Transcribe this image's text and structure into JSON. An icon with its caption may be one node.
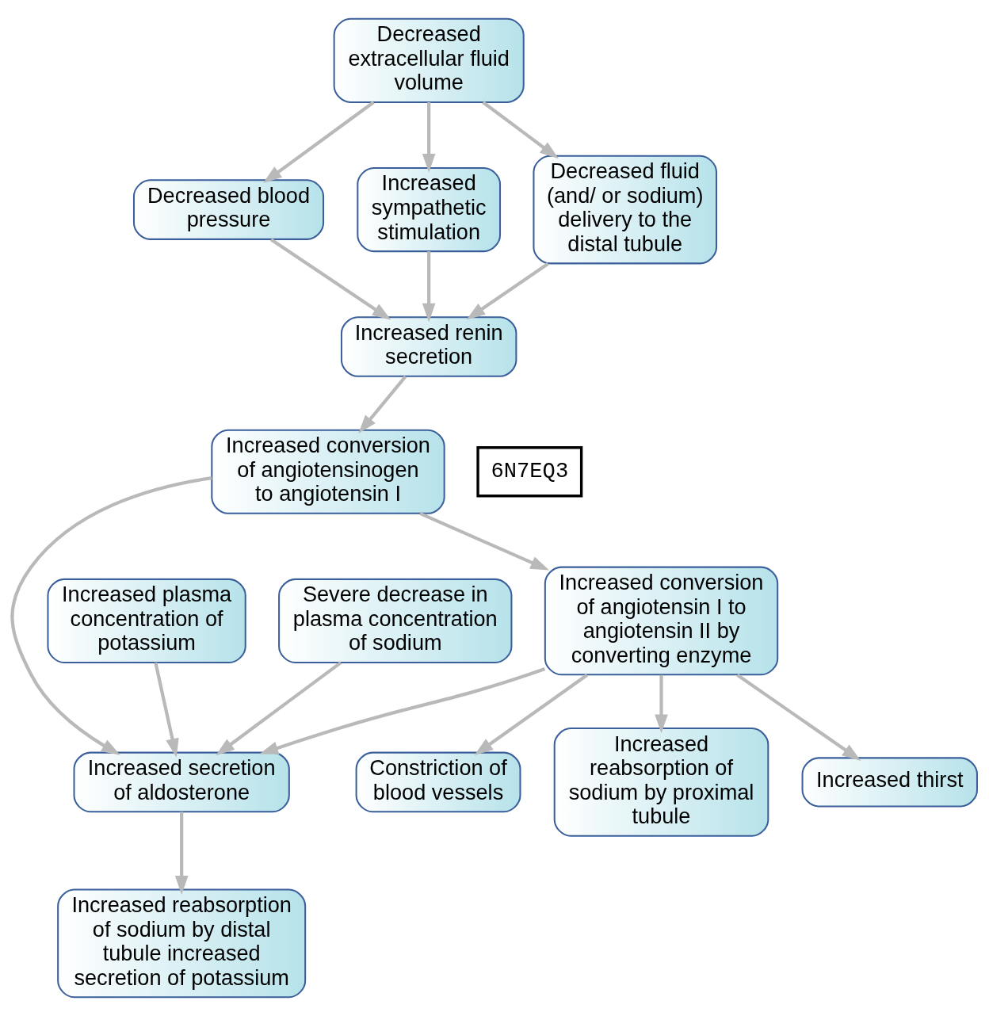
{
  "diagram": {
    "nodes": [
      {
        "text": [
          "Decreased extracellular fluid volume"
        ]
      },
      {
        "text": [
          "Decreased blood pressure"
        ]
      },
      {
        "text": [
          "Increased sympathetic stimulation"
        ]
      },
      {
        "text": [
          "Decreased fluid (and/ or sodium) delivery to the distal tubule"
        ]
      },
      {
        "text": [
          "Increased renin secretion"
        ]
      },
      {
        "text": [
          "Increased conversion of angiotensinogen to angiotensin I"
        ]
      },
      {
        "text": [
          "Increased plasma concentration of potassium"
        ]
      },
      {
        "text": [
          "Increased conversion of angiotensin I to angiotensin II by converting enzyme"
        ]
      },
      {
        "text": [
          "Severe decrease in plasma concentration of sodium"
        ]
      },
      {
        "text": [
          "Increased secretion of aldosterone"
        ]
      },
      {
        "text": [
          "Constriction of blood vessels"
        ]
      },
      {
        "text": [
          "Increased reabsorption of sodium by proximal tubule"
        ]
      },
      {
        "text": [
          "Increased thirst"
        ]
      },
      {
        "text": [
          "Increased reabsorption of sodium by distal tubule increased secretion of potassium"
        ]
      }
    ],
    "edges": [
      {
        "from": 0,
        "to": 1,
        "arrow": "to"
      },
      {
        "from": 0,
        "to": 2,
        "arrow": "to"
      },
      {
        "from": 0,
        "to": 3,
        "arrow": "to"
      },
      {
        "from": 1,
        "to": 4,
        "arrow": "to"
      },
      {
        "from": 2,
        "to": 4,
        "arrow": "to"
      },
      {
        "from": 3,
        "to": 4,
        "arrow": "to"
      },
      {
        "from": 4,
        "to": 5,
        "arrow": "to"
      },
      {
        "from": 5,
        "to": 9,
        "arrow": "to"
      },
      {
        "from": 5,
        "to": 7,
        "arrow": "to"
      },
      {
        "from": 6,
        "to": 9,
        "arrow": "to"
      },
      {
        "from": 7,
        "to": 9,
        "arrow": "to"
      },
      {
        "from": 8,
        "to": 9,
        "arrow": "to"
      },
      {
        "from": 7,
        "to": 10,
        "arrow": "to"
      },
      {
        "from": 7,
        "to": 11,
        "arrow": "to"
      },
      {
        "from": 7,
        "to": 12,
        "arrow": "to"
      },
      {
        "from": 9,
        "to": 13,
        "arrow": "to"
      }
    ],
    "labels": [
      "6N7EQ3"
    ]
  }
}
